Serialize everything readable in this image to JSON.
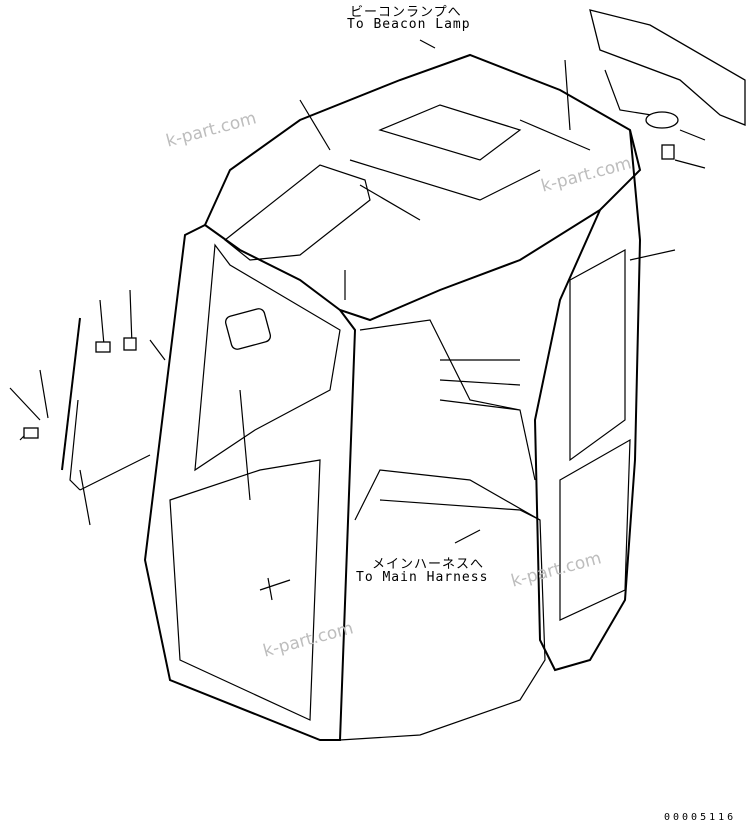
{
  "labels": {
    "beacon_jp": "ビーコンランプへ",
    "beacon_en": "To Beacon Lamp",
    "harness_jp": "メインハーネスへ",
    "harness_en": "To Main Harness"
  },
  "drawing_number": "00005116",
  "watermarks": [
    "k-part.com",
    "k-part.com",
    "k-part.com",
    "k-part.com"
  ]
}
